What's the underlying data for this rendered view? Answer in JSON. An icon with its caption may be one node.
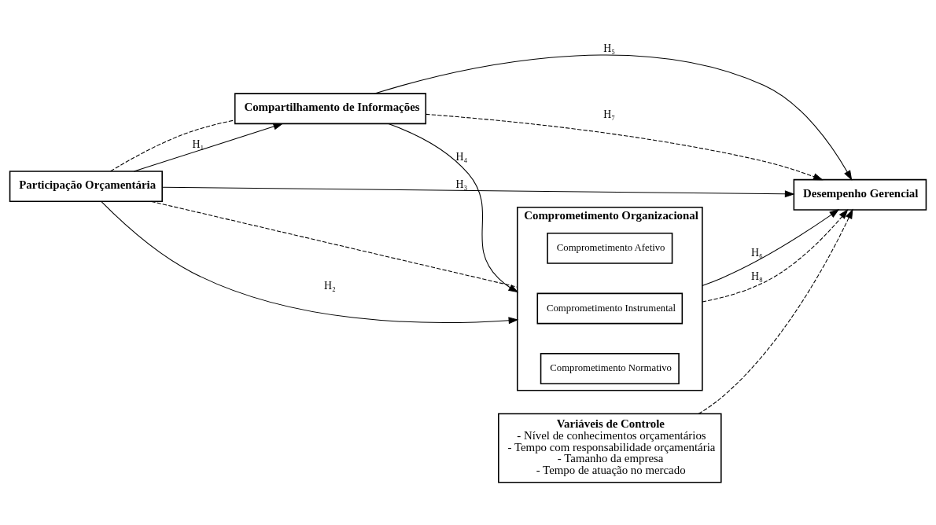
{
  "diagram": {
    "nodes": [
      {
        "text": [
          "Compartilhamento de Informações"
        ]
      },
      {
        "text": [
          "Participação Orçamentária"
        ]
      },
      {
        "text": [
          "Desempenho Gerencial"
        ]
      },
      {
        "text": [
          "Comprometimento Organizacional"
        ]
      },
      {
        "text": [
          "Comprometimento Afetivo"
        ],
        "in": 3
      },
      {
        "text": [
          "Comprometimento Instrumental"
        ],
        "in": 3
      },
      {
        "text": [
          "Comprometimento Normativo"
        ],
        "in": 3
      },
      {
        "text": [
          "Variáveis de Controle",
          "- Nível de conhecimentos orçamentários",
          "- Tempo com responsabilidade orçamentária",
          "- Tamanho da empresa",
          "- Tempo de atuação no mercado"
        ]
      }
    ],
    "edges": [
      {
        "from": 1,
        "to": 0,
        "arrow": "to",
        "label": "H₁"
      },
      {
        "from": 1,
        "to": 3,
        "arrow": "to",
        "label": "H₂"
      },
      {
        "from": 1,
        "to": 2,
        "arrow": "to",
        "label": "H₃"
      },
      {
        "from": 0,
        "to": 3,
        "arrow": "to",
        "label": "H₄"
      },
      {
        "from": 0,
        "to": 2,
        "arrow": "to",
        "label": "H₅"
      },
      {
        "from": 3,
        "to": 2,
        "arrow": "to",
        "label": "H₆"
      },
      {
        "from": 1,
        "to": 0,
        "arrow": "none",
        "style": "dashed"
      },
      {
        "from": 0,
        "to": 2,
        "arrow": "to",
        "style": "dashed",
        "label": "H₇"
      },
      {
        "from": 1,
        "to": 3,
        "arrow": "none",
        "style": "dashed"
      },
      {
        "from": 3,
        "to": 2,
        "arrow": "to",
        "style": "dashed",
        "label": "H₈"
      },
      {
        "from": 7,
        "to": 2,
        "arrow": "to",
        "style": "dashed"
      }
    ]
  }
}
